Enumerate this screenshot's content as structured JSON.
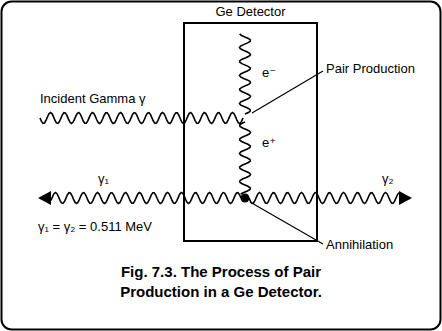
{
  "diagram": {
    "caption": "Fig. 7.3. The Process of Pair Production in a Ge Detector.",
    "nodes": [
      {
        "text": [
          "Ge Detector"
        ]
      }
    ],
    "labels": [
      "Incident Gamma γ",
      "e⁻",
      "e⁺",
      "Pair Production",
      "Annihilation",
      "γ₁",
      "γ₂",
      "γ₁ = γ₂ = 0.511 MeV"
    ]
  }
}
